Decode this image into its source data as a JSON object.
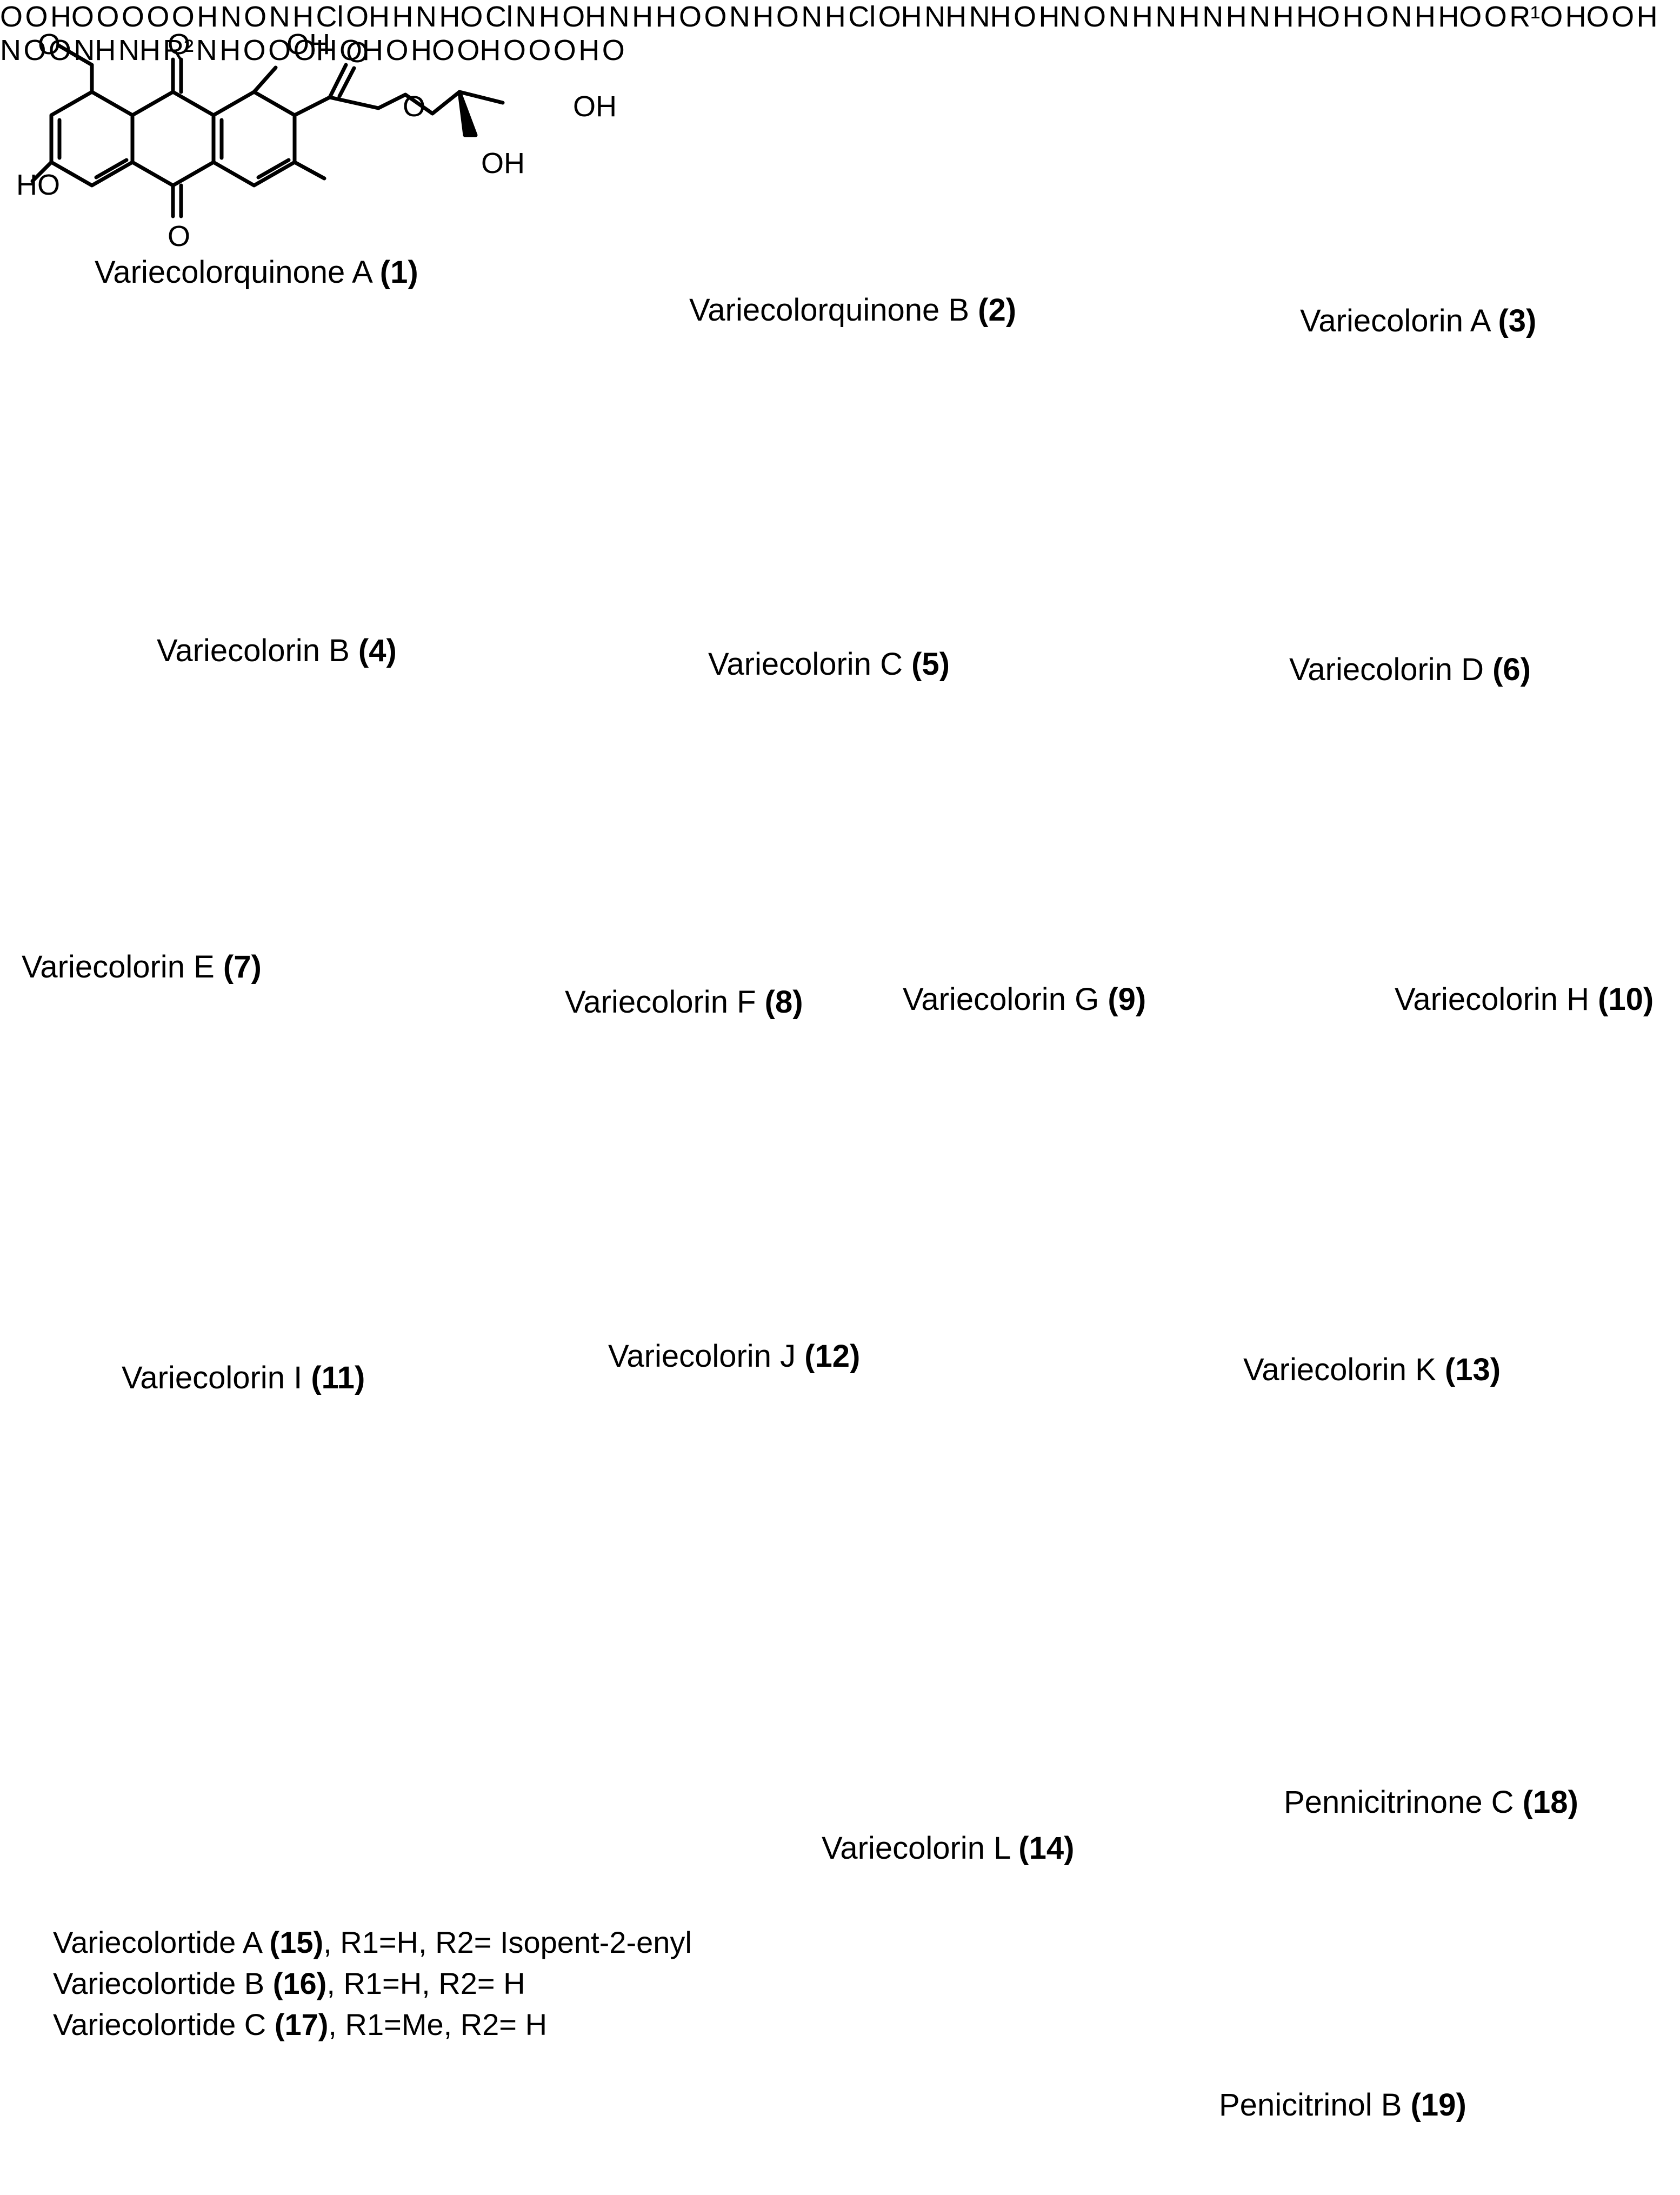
{
  "compounds": [
    {
      "name": "Variecolorquinone A",
      "number": "(1)"
    },
    {
      "name": "Variecolorquinone B",
      "number": "(2)"
    },
    {
      "name": "Variecolorin A",
      "number": "(3)"
    },
    {
      "name": "Variecolorin B",
      "number": "(4)"
    },
    {
      "name": "Variecolorin C",
      "number": "(5)"
    },
    {
      "name": "Variecolorin D",
      "number": "(6)"
    },
    {
      "name": "Variecolorin E",
      "number": "(7)"
    },
    {
      "name": "Variecolorin F",
      "number": "(8)"
    },
    {
      "name": "Variecolorin G",
      "number": "(9)"
    },
    {
      "name": "Variecolorin H",
      "number": "(10)"
    },
    {
      "name": "Variecolorin I",
      "number": "(11)"
    },
    {
      "name": "Variecolorin J",
      "number": "(12)"
    },
    {
      "name": "Variecolorin K",
      "number": "(13)"
    },
    {
      "name": "Variecolorin L",
      "number": "(14)"
    },
    {
      "name": "Pennicitrinone C",
      "number": "(18)"
    },
    {
      "name": "Penicitrinol B",
      "number": "(19)"
    }
  ],
  "legend": [
    {
      "name": "Variecolortide A",
      "number": "(15)",
      "detail": ", R1=H, R2= Isopent-2-enyl"
    },
    {
      "name": "Variecolortide B",
      "number": "(16)",
      "detail": ", R1=H, R2= H"
    },
    {
      "name": "Variecolortide C",
      "number": "(17)",
      "detail": ", R1=Me, R2= H"
    }
  ],
  "atoms": {
    "O": "O",
    "OH": "OH",
    "HO": "HO",
    "NH": "NH",
    "HN": "HN",
    "N": "N",
    "H": "H",
    "Cl": "Cl",
    "R1O": "R¹O",
    "R2": "R²"
  }
}
